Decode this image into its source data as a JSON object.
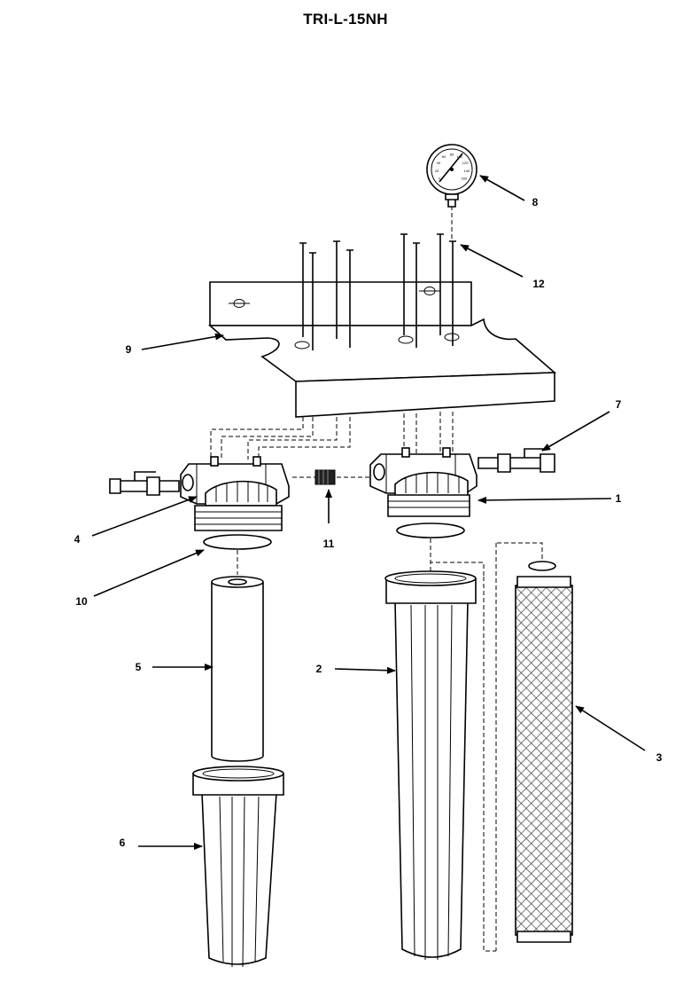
{
  "title": "TRI-L-15NH",
  "callouts": [
    "1",
    "2",
    "3",
    "4",
    "5",
    "6",
    "7",
    "8",
    "9",
    "10",
    "11",
    "12"
  ],
  "gauge": {
    "scale": [
      "0",
      "20",
      "40",
      "60",
      "80",
      "100",
      "120",
      "140",
      "160"
    ]
  }
}
